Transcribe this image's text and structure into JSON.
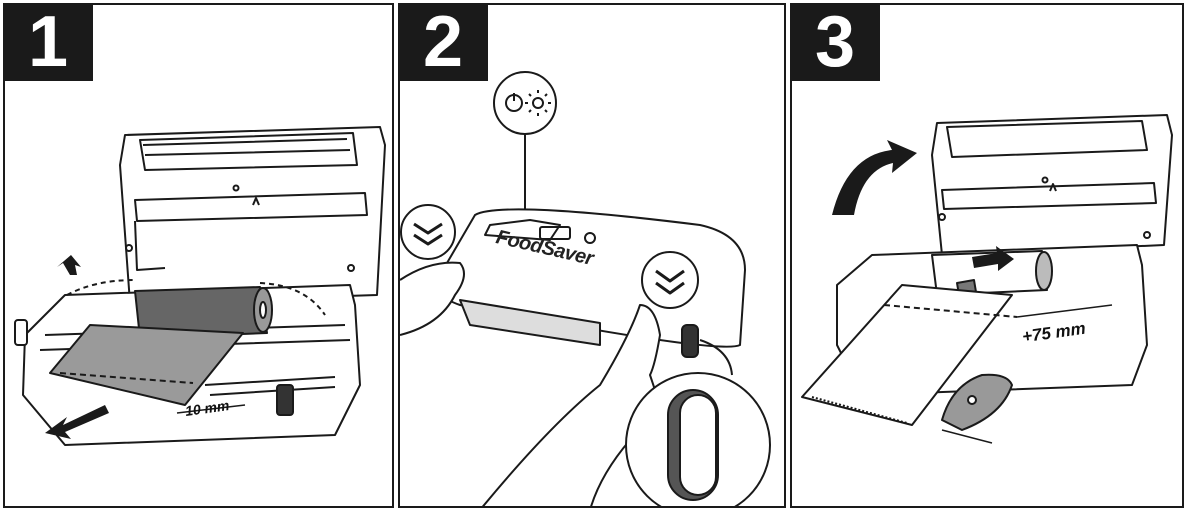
{
  "steps": [
    {
      "number": "1",
      "measurement": "10 mm"
    },
    {
      "number": "2",
      "brand": "FoodSaver"
    },
    {
      "number": "3",
      "measurement": "+75 mm"
    }
  ],
  "icons": [
    "power-light-icon",
    "chevron-double-down-icon",
    "curved-arrow-icon",
    "straight-arrow-icon"
  ]
}
